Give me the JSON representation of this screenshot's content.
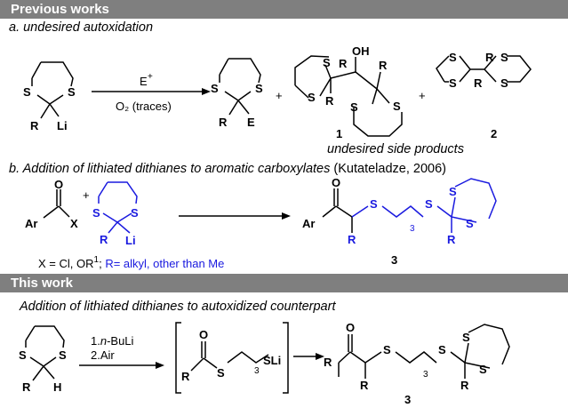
{
  "headers": {
    "previous": "Previous works",
    "this_work": "This work"
  },
  "captions": {
    "a": "a. undesired autoxidation",
    "b_main": "b. Addition of lithiated dithianes to aromatic carboxylates",
    "b_ref": "(Kutateladze, 2006)",
    "c": "Addition of lithiated dithianes to autoxidized counterpart",
    "side_products": "undesired side products"
  },
  "conditions": {
    "a_top": "E",
    "a_top_sup": "+",
    "a_bottom": "O₂ (traces)",
    "c_step1_pre": "1.",
    "c_step1_it": "n",
    "c_step1_post": "-BuLi",
    "c_step2": "2.Air"
  },
  "compounds": {
    "one": "1",
    "two": "2",
    "three_b": "3",
    "three_c": "3"
  },
  "atoms": {
    "S": "S",
    "R": "R",
    "Li": "Li",
    "E": "E",
    "OH": "OH",
    "O": "O",
    "Ar": "Ar",
    "X": "X",
    "H": "H",
    "SLi": "SLi",
    "sub3": "3",
    "plus": "+"
  },
  "notes": {
    "x_def": "X = Cl, OR",
    "x_def_sup": "1",
    "x_def_sep": ";",
    "r_def": "R= alkyl, other than Me"
  }
}
